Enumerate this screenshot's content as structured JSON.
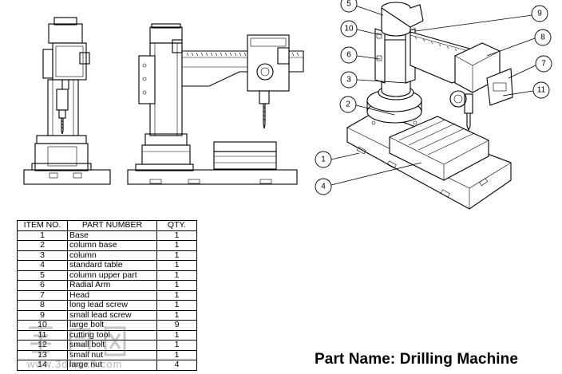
{
  "bom": {
    "headers": {
      "item": "ITEM NO.",
      "part": "PART NUMBER",
      "qty": "QTY."
    },
    "rows": [
      {
        "item": "1",
        "part": "Base",
        "qty": "1"
      },
      {
        "item": "2",
        "part": "column base",
        "qty": "1"
      },
      {
        "item": "3",
        "part": "column",
        "qty": "1"
      },
      {
        "item": "4",
        "part": "standard table",
        "qty": "1"
      },
      {
        "item": "5",
        "part": "column upper part",
        "qty": "1"
      },
      {
        "item": "6",
        "part": "Radial Arm",
        "qty": "1"
      },
      {
        "item": "7",
        "part": "Head",
        "qty": "1"
      },
      {
        "item": "8",
        "part": "long lead screw",
        "qty": "1"
      },
      {
        "item": "9",
        "part": "small lead screw",
        "qty": "1"
      },
      {
        "item": "10",
        "part": "large bolt",
        "qty": "9"
      },
      {
        "item": "11",
        "part": "cutting tool",
        "qty": "1"
      },
      {
        "item": "12",
        "part": "small bolt",
        "qty": "1"
      },
      {
        "item": "13",
        "part": "small nut",
        "qty": "1"
      },
      {
        "item": "14",
        "part": "large nut",
        "qty": "4"
      }
    ]
  },
  "balloons": [
    "5",
    "9",
    "10",
    "8",
    "6",
    "7",
    "3",
    "11",
    "2",
    "1",
    "4"
  ],
  "title": {
    "part_name": "Part Name: Drilling Machine"
  },
  "watermark": {
    "text": "www.3dmax8.com"
  }
}
